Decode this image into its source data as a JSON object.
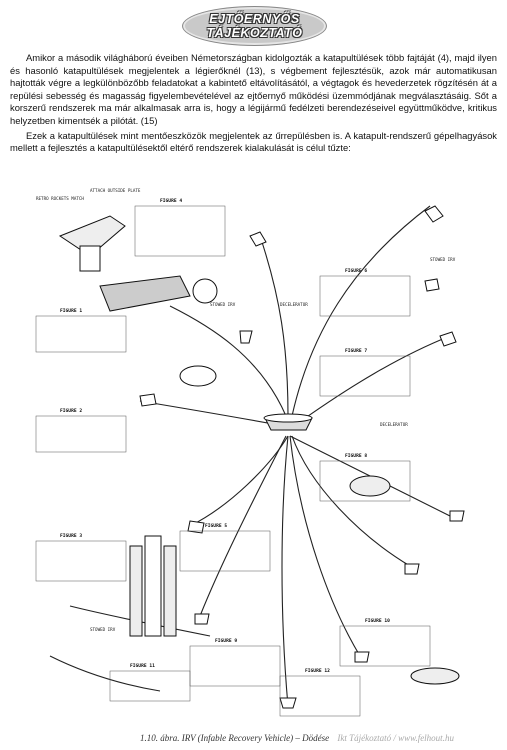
{
  "badge": {
    "line1": "EJTŐERNYŐS",
    "line2": "TÁJÉKOZTATÓ"
  },
  "paragraphs": [
    "Amikor a második világháború éveiben Németországban kidolgozták a katapultülések több fajtáját (4), majd ilyen és hasonló katapultülések megjelentek a légierőknél (13), s végbement fejlesztésük, azok már automatikusan hajtották végre a legkülönbözőbb feladatokat a kabinte­tő eltávolításától, a végtagok és hevederzetek rögzítésén át a repülési sebesség és magasság figyelembevételével az ejtőernyő működési üzemmódjának megválasztásáig. Sőt a korszerű rendszerek ma már alkalmasak arra is, hogy a légijármű fedélzeti berendezéseivel együttműködve, kritikus helyzetben kimentsék a pilótát. (15)",
    "Ezek a katapultülések mint mentőeszközök megjelentek az űrrepülésben is. A katapult-rendszerű gépelhagyások mellett a fejlesztés a katapultülésektől eltérő rendszerek kialakulását is célul tűzte:"
  ],
  "figure": {
    "labels": [
      "FIGURE 1",
      "FIGURE 2",
      "FIGURE 3",
      "FIGURE 4",
      "FIGURE 5",
      "FIGURE 6",
      "FIGURE 7",
      "FIGURE 8",
      "FIGURE 9",
      "FIGURE 10",
      "FIGURE 11",
      "FIGURE 12"
    ],
    "small_texts": [
      "RETRO ROCKETS MATCH",
      "ATTACH OUTSIDE PLATE",
      "DECELERATOR",
      "STOWED IRV",
      "DECELERATOR",
      "STOWED IRV",
      "STOWED IRV"
    ]
  },
  "caption": {
    "text": "1.10. ábra. IRV (Infable Recovery Vehicle) – Dödése",
    "watermark": "Ikt Tájékoztató / www.felhout.hu"
  }
}
